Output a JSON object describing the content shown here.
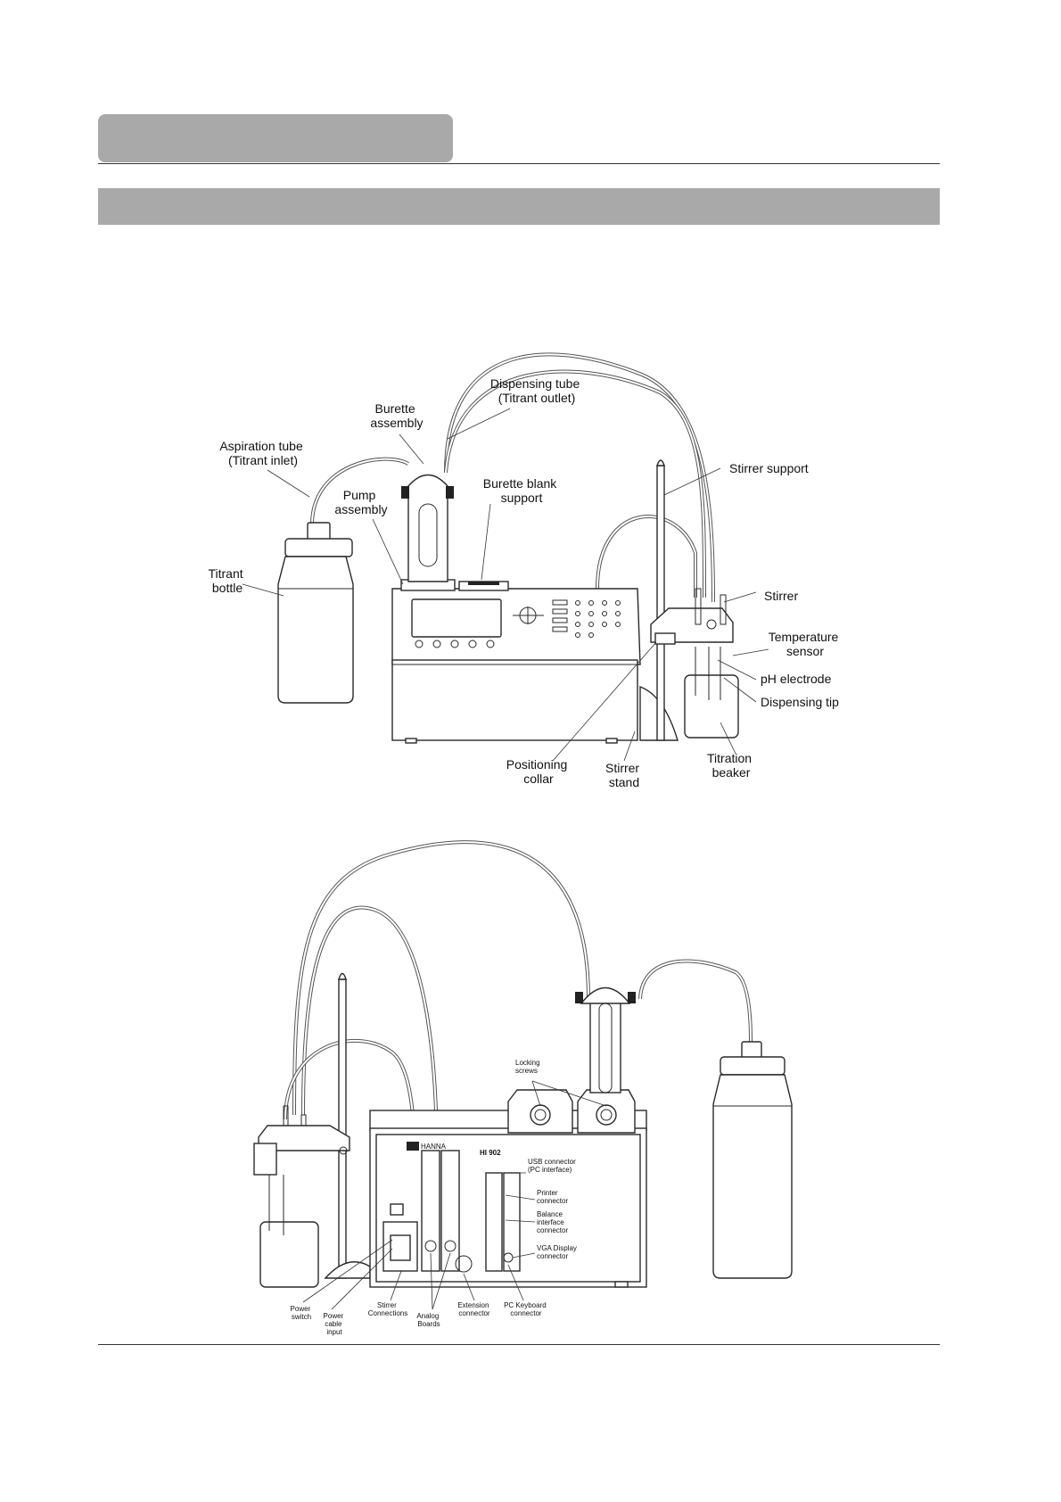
{
  "figure1": {
    "labels": {
      "dispensing_tube": [
        "Dispensing tube",
        "(Titrant outlet)"
      ],
      "burette_assembly": [
        "Burette",
        "assembly"
      ],
      "aspiration_tube": [
        "Aspiration tube",
        "(Titrant inlet)"
      ],
      "burette_blank_support": [
        "Burette blank",
        "support"
      ],
      "pump_assembly": [
        "Pump",
        "assembly"
      ],
      "stirrer_support": [
        "Stirrer support"
      ],
      "titrant_bottle": [
        "Titrant",
        "bottle"
      ],
      "stirrer": [
        "Stirrer"
      ],
      "temperature_sensor": [
        "Temperature",
        "sensor"
      ],
      "ph_electrode": [
        "pH electrode"
      ],
      "dispensing_tip": [
        "Dispensing tip"
      ],
      "positioning_collar": [
        "Positioning",
        "collar"
      ],
      "stirrer_stand": [
        "Stirrer",
        "stand"
      ],
      "titration_beaker": [
        "Titration",
        "beaker"
      ]
    }
  },
  "figure2": {
    "labels": {
      "locking_screws": [
        "Locking",
        "screws"
      ],
      "usb_connector": [
        "USB connector",
        "(PC interface)"
      ],
      "printer_connector": [
        "Printer",
        "connector"
      ],
      "balance_interface": [
        "Balance",
        "interface",
        "connector"
      ],
      "vga_display": [
        "VGA Display",
        "connector"
      ],
      "power_switch": [
        "Power",
        "switch"
      ],
      "power_cable_input": [
        "Power",
        "cable",
        "input"
      ],
      "stirrer_connections": [
        "Stirrer",
        "Connections"
      ],
      "analog_boards": [
        "Analog",
        "Boards"
      ],
      "extension_connector": [
        "Extension",
        "connector"
      ],
      "pc_keyboard_connector": [
        "PC Keyboard",
        "connector"
      ]
    },
    "panel_text": {
      "brand": "HANNA",
      "model": "HI 902"
    }
  }
}
